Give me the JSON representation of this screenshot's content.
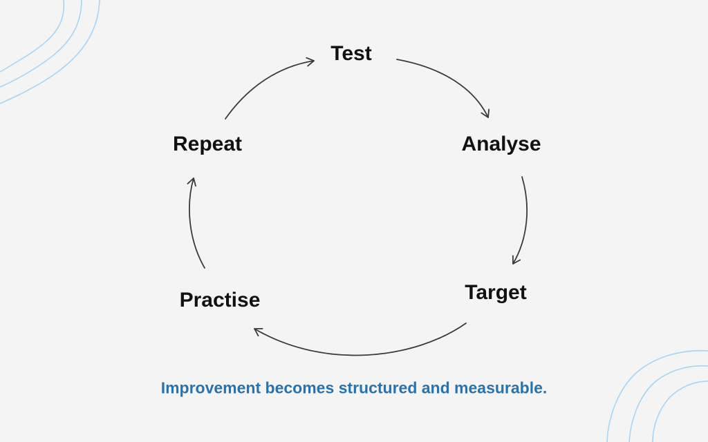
{
  "colors": {
    "background": "#f4f4f4",
    "label": "#111111",
    "arrow": "#3a3a3a",
    "caption": "#2a72a8",
    "decoration": "#a9d3f2"
  },
  "cycle": {
    "steps": [
      {
        "label": "Test"
      },
      {
        "label": "Analyse"
      },
      {
        "label": "Target"
      },
      {
        "label": "Practise"
      },
      {
        "label": "Repeat"
      }
    ]
  },
  "caption": "Improvement becomes structured and measurable."
}
